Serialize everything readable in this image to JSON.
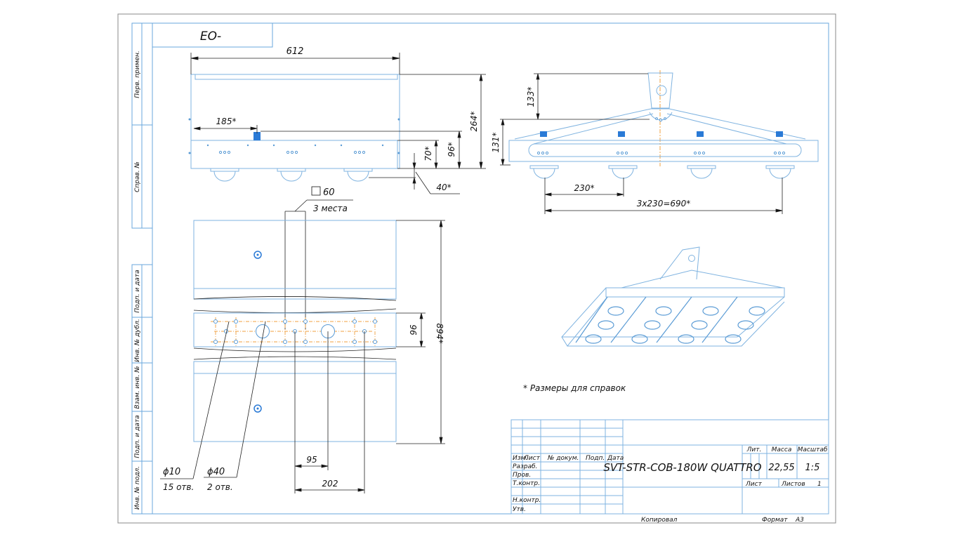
{
  "sheet": {
    "designation_mirrored": "EO-",
    "reference_note": "* Размеры для справок",
    "format_label": "Формат",
    "format_value": "A3",
    "copied_label": "Копировал"
  },
  "side_stamp": {
    "labels": [
      "Перв. примен.",
      "Справ. №",
      "Подп. и дата",
      "Инв. № дубл.",
      "Взам. инв. №",
      "Подп. и дата",
      "Инв. № подл."
    ]
  },
  "front_view": {
    "width": "612",
    "height": "264*",
    "offset": "185*",
    "h70": "70*",
    "h96": "96*",
    "lens": "40*",
    "square": "60",
    "square_note": "3 места"
  },
  "side_view": {
    "h133": "133*",
    "h131": "131*",
    "pitch": "230*",
    "total": "3x230=690*"
  },
  "top_view": {
    "mount_width": "96",
    "length": "894*",
    "d10": "ϕ10",
    "d10_count": "15 отв.",
    "d40": "ϕ40",
    "d40_count": "2 отв.",
    "dim95": "95",
    "dim202": "202"
  },
  "title_block": {
    "headers": [
      "Изм.",
      "Лист",
      "№ докум.",
      "Подп.",
      "Дата"
    ],
    "rows": [
      "Разраб.",
      "Пров.",
      "Т.контр.",
      "",
      "Н.контр.",
      "Утв."
    ],
    "product_name": "SVT-STR-COB-180W QUATTRO",
    "lit_label": "Лит.",
    "mass_label": "Масса",
    "scale_label": "Масштаб",
    "mass_value": "22,55",
    "scale_value": "1:5",
    "sheet_label": "Лист",
    "sheets_label": "Листов",
    "sheets_value": "1"
  }
}
